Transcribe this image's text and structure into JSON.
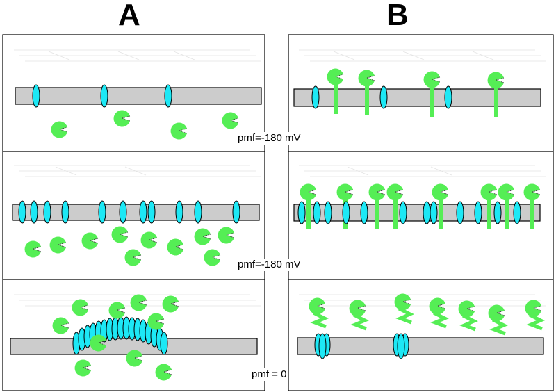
{
  "columns": {
    "a": {
      "label": "A"
    },
    "b": {
      "label": "B"
    }
  },
  "pmf_labels": {
    "row1": "pmf=-180 mV",
    "row2": "pmf=-180 mV",
    "row3": "pmf = 0"
  },
  "colors": {
    "channel": "#1de8f5",
    "protein": "#55ee55",
    "membrane": "#cccccc",
    "outline": "#000000"
  },
  "icons": {
    "channel": "channel-ellipse-icon",
    "free_protein": "pacman-protein-icon",
    "anchored_protein": "lollipop-protein-icon",
    "folded_protein": "z-shaped-protein-icon"
  }
}
